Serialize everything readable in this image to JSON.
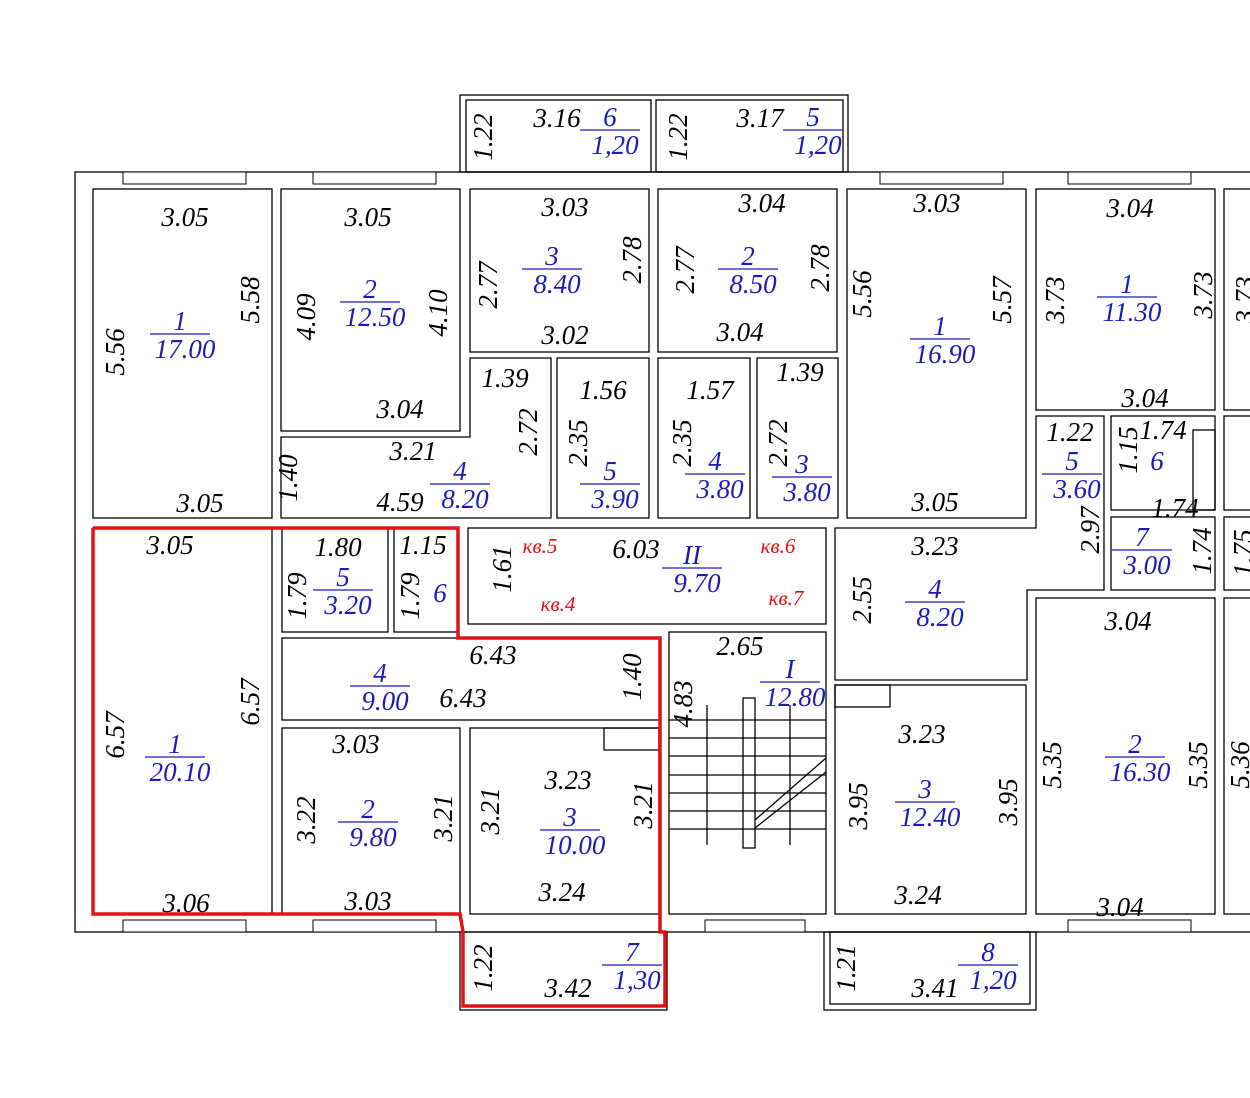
{
  "title": "Floor plan",
  "highlight_color": "#e81010",
  "room_color": "#1a1ab8",
  "rooms": [
    {
      "n": "1",
      "a": "17.00"
    },
    {
      "n": "2",
      "a": "12.50"
    },
    {
      "n": "3",
      "a": "8.40"
    },
    {
      "n": "2",
      "a": "8.50"
    },
    {
      "n": "1",
      "a": "16.90"
    },
    {
      "n": "1",
      "a": "11.30"
    },
    {
      "n": "4",
      "a": "8.20"
    },
    {
      "n": "5",
      "a": "3.90"
    },
    {
      "n": "4",
      "a": "3.80"
    },
    {
      "n": "3",
      "a": "3.80"
    },
    {
      "n": "5",
      "a": "3.60"
    },
    {
      "n": "6",
      "a": ""
    },
    {
      "n": "7",
      "a": "3.00"
    },
    {
      "n": "6",
      "a": "1,20"
    },
    {
      "n": "5",
      "a": "1,20"
    },
    {
      "n": "II",
      "a": "9.70"
    },
    {
      "n": "4",
      "a": "8.20"
    },
    {
      "n": "5",
      "a": "3.20"
    },
    {
      "n": "6",
      "a": ""
    },
    {
      "n": "4",
      "a": "9.00"
    },
    {
      "n": "1",
      "a": "20.10"
    },
    {
      "n": "2",
      "a": "9.80"
    },
    {
      "n": "3",
      "a": "10.00"
    },
    {
      "n": "I",
      "a": "12.80"
    },
    {
      "n": "3",
      "a": "12.40"
    },
    {
      "n": "2",
      "a": "16.30"
    },
    {
      "n": "7",
      "a": "1,30"
    },
    {
      "n": "8",
      "a": "1,20"
    }
  ],
  "dims_h": [
    "3.16",
    "3.17",
    "3.05",
    "3.05",
    "3.03",
    "3.04",
    "3.03",
    "3.04",
    "3.02",
    "3.04",
    "3.04",
    "3.04",
    "3.21",
    "1.39",
    "1.56",
    "1.57",
    "1.39",
    "1.22",
    "1.74",
    "4.59",
    "3.05",
    "3.05",
    "1.74",
    "3.05",
    "1.80",
    "1.15",
    "6.03",
    "3.23",
    "6.43",
    "2.65",
    "6.43",
    "3.04",
    "3.03",
    "3.23",
    "3.23",
    "3.06",
    "3.03",
    "3.24",
    "3.24",
    "3.04",
    "3.42",
    "3.41"
  ],
  "dims_v": [
    "1.22",
    "1.22",
    "5.56",
    "5.58",
    "4.09",
    "4.10",
    "2.77",
    "2.78",
    "2.77",
    "2.78",
    "5.56",
    "5.57",
    "3.73",
    "3.73",
    "3.73",
    "1.40",
    "2.72",
    "2.35",
    "2.35",
    "2.72",
    "1.15",
    "2.97",
    "1.74",
    "1.75",
    "1.61",
    "1.79",
    "1.79",
    "2.55",
    "6.57",
    "6.57",
    "1.40",
    "4.83",
    "3.22",
    "3.21",
    "3.21",
    "3.21",
    "3.95",
    "3.95",
    "5.35",
    "5.35",
    "5.36",
    "1.22",
    "1.21"
  ],
  "apartments": [
    "кв.5",
    "кв.6",
    "кв.4",
    "кв.7"
  ]
}
